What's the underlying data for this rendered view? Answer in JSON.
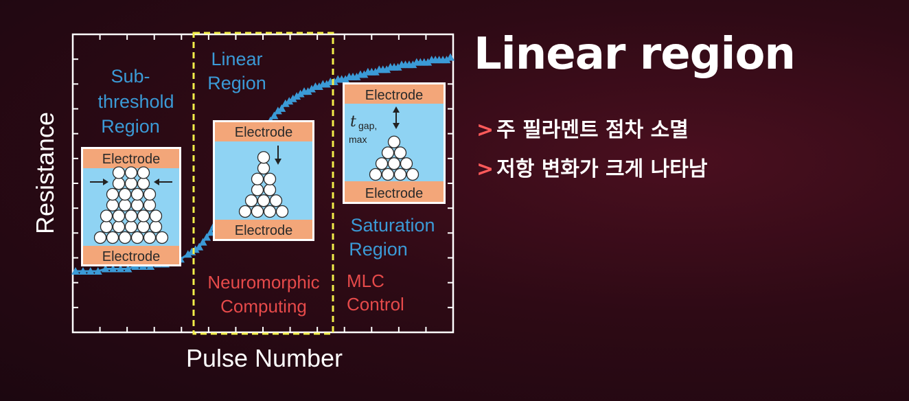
{
  "slide": {
    "title": "Linear region",
    "bullet_marker": ">",
    "bullets": [
      "주 필라멘트 점차 소멸",
      "저항 변화가 크게 나타남"
    ]
  },
  "colors": {
    "series": "#3b9ad6",
    "region_label": "#3b9ad6",
    "application_label": "#e64a4a",
    "highlight_box": "#f2ee4a",
    "electrode_fill": "#f3a679",
    "gap_fill": "#8fd3f3"
  },
  "chart_data": {
    "type": "scatter",
    "title": "",
    "xlabel": "Pulse Number",
    "ylabel": "Resistance",
    "xlim": [
      0,
      100
    ],
    "ylim": [
      0,
      100
    ],
    "grid": false,
    "legend": "none",
    "marker": "triangle",
    "series": [
      {
        "x": [
          0,
          2,
          4,
          6,
          8,
          10,
          12,
          14,
          16,
          18,
          20,
          22,
          24,
          26,
          28,
          30,
          31,
          32,
          33,
          34,
          35,
          36,
          37,
          38,
          39,
          40,
          41,
          42,
          43,
          44,
          45,
          46,
          47,
          48,
          49,
          50,
          51,
          52,
          53,
          54,
          55,
          56,
          57,
          58,
          59,
          60,
          61,
          62,
          63,
          64,
          65,
          66,
          67,
          68,
          69,
          70,
          71,
          72,
          73,
          74,
          75,
          76,
          77,
          78,
          79,
          80,
          81,
          82,
          83,
          84,
          85,
          86,
          87,
          88,
          89,
          90,
          91,
          92,
          93,
          94,
          95,
          96,
          97,
          98,
          99,
          100
        ],
        "y": [
          11,
          11,
          11,
          11,
          12,
          12,
          12,
          12,
          13,
          13,
          13,
          14,
          14,
          15,
          16,
          18,
          19,
          20,
          21,
          23,
          25,
          27,
          30,
          33,
          37,
          41,
          45,
          49,
          52,
          55,
          58,
          61,
          63,
          65,
          67,
          69,
          71,
          73,
          75,
          77,
          78,
          80,
          81,
          82,
          83,
          84,
          85,
          85,
          86,
          87,
          87,
          88,
          88,
          89,
          89,
          90,
          90,
          90,
          91,
          91,
          91,
          92,
          92,
          93,
          93,
          93,
          94,
          94,
          94,
          95,
          95,
          95,
          96,
          96,
          96,
          96,
          97,
          97,
          97,
          97,
          98,
          98,
          98,
          98,
          98,
          99
        ]
      }
    ],
    "regions": [
      {
        "name": "Sub-threshold Region",
        "label_lines": [
          "Sub-",
          "threshold",
          "Region"
        ]
      },
      {
        "name": "Linear Region",
        "label_lines": [
          "Linear",
          "Region"
        ],
        "highlighted": true,
        "application_lines": [
          "Neuromorphic",
          "Computing"
        ]
      },
      {
        "name": "Saturation Region",
        "label_lines": [
          "Saturation",
          "Region"
        ],
        "application_lines": [
          "MLC",
          "Control"
        ]
      }
    ],
    "insets": {
      "electrode_label": "Electrode",
      "gap_label_main": "t",
      "gap_label_sub1": "gap,",
      "gap_label_sub2": "max"
    }
  }
}
